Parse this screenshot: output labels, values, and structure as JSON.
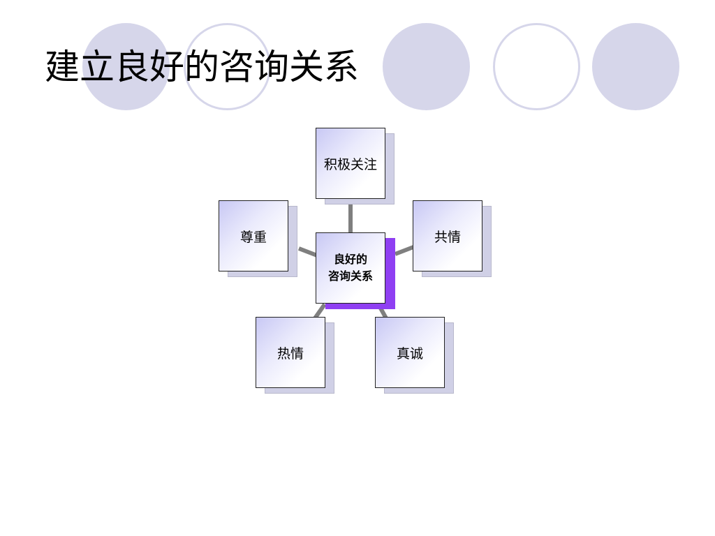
{
  "slide": {
    "title": "建立良好的咨询关系"
  },
  "diagram": {
    "center": {
      "line1": "良好的",
      "line2": "咨询关系"
    },
    "nodes": {
      "top": "积极关注",
      "left": "尊重",
      "right": "共情",
      "bottom_left": "热情",
      "bottom_right": "真诚"
    }
  },
  "colors": {
    "decor_circle": "#d6d6ea",
    "center_shadow": "#8f3ff2",
    "connector": "#7f7f7f"
  }
}
